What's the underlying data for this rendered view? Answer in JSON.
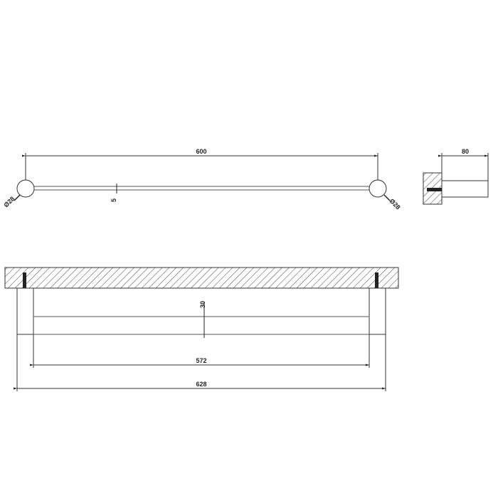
{
  "drawing": {
    "title": "Towel bar technical drawing",
    "top_view": {
      "overall_length_label": "600",
      "rod_thickness_label": "5",
      "left_disc_diameter_label": "Ø28",
      "right_disc_diameter_label": "Ø28"
    },
    "side_view": {
      "depth_label": "80"
    },
    "front_view": {
      "bar_height_label": "30",
      "inner_length_label": "572",
      "overall_length_label": "628"
    },
    "colors": {
      "line": "#333333",
      "hatch": "#444444",
      "background": "#ffffff"
    }
  }
}
